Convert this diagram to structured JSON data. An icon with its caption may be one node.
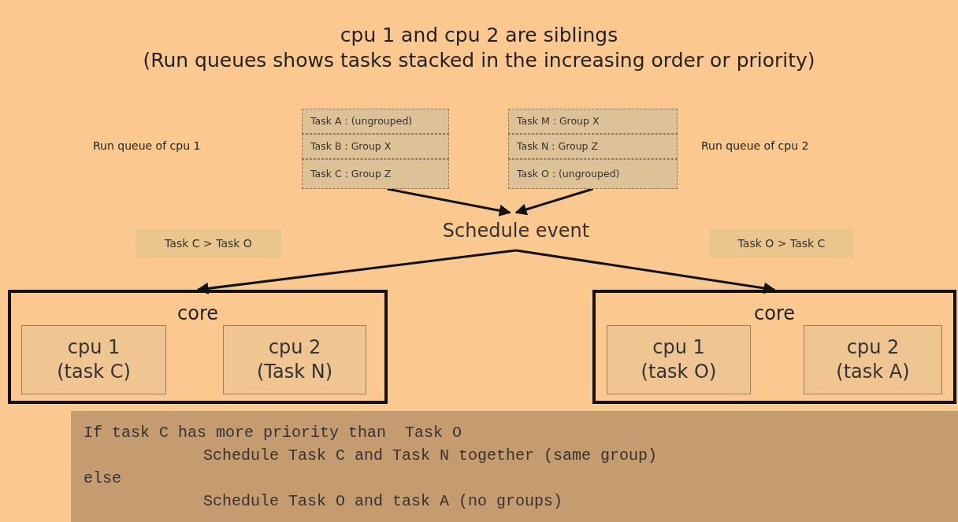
{
  "diagram": {
    "title": "cpu 1 and cpu 2 are siblings",
    "nodes": [
      {
        "text": [
          "Task A : (ungrouped)"
        ]
      },
      {
        "text": [
          "Task B : Group X"
        ]
      },
      {
        "text": [
          "Task C : Group Z"
        ]
      },
      {
        "text": [
          "Task M : Group X"
        ]
      },
      {
        "text": [
          "Task N : Group Z"
        ]
      },
      {
        "text": [
          "Task O : (ungrouped)"
        ]
      },
      {
        "text": [
          "Schedule event"
        ]
      },
      {
        "text": [
          "core"
        ]
      },
      {
        "text": [
          "cpu 1 (task C)"
        ],
        "in": 7
      },
      {
        "text": [
          "cpu 2 (Task N)"
        ],
        "in": 7
      },
      {
        "text": [
          "core"
        ]
      },
      {
        "text": [
          "cpu 1 (task O)"
        ],
        "in": 10
      },
      {
        "text": [
          "cpu 2 (task A)"
        ],
        "in": 10
      },
      {
        "text": [
          "Task C > Task O"
        ]
      },
      {
        "text": [
          "Task O > Task C"
        ]
      },
      {
        "text": [
          "If task C has more priority than  Task O",
          "Schedule Task C and Task N together (same group)",
          "else",
          "Schedule Task O and task A (no groups)"
        ]
      }
    ],
    "edges": [
      {
        "from": 2,
        "to": 6,
        "arrow": "to"
      },
      {
        "from": 5,
        "to": 6,
        "arrow": "to"
      },
      {
        "from": 6,
        "to": 7,
        "arrow": "to"
      },
      {
        "from": 6,
        "to": 10,
        "arrow": "to"
      }
    ],
    "labels": [
      "(Run queues shows tasks stacked in the increasing order or priority)",
      "Run queue of cpu 1",
      "Run queue of cpu 2"
    ]
  }
}
